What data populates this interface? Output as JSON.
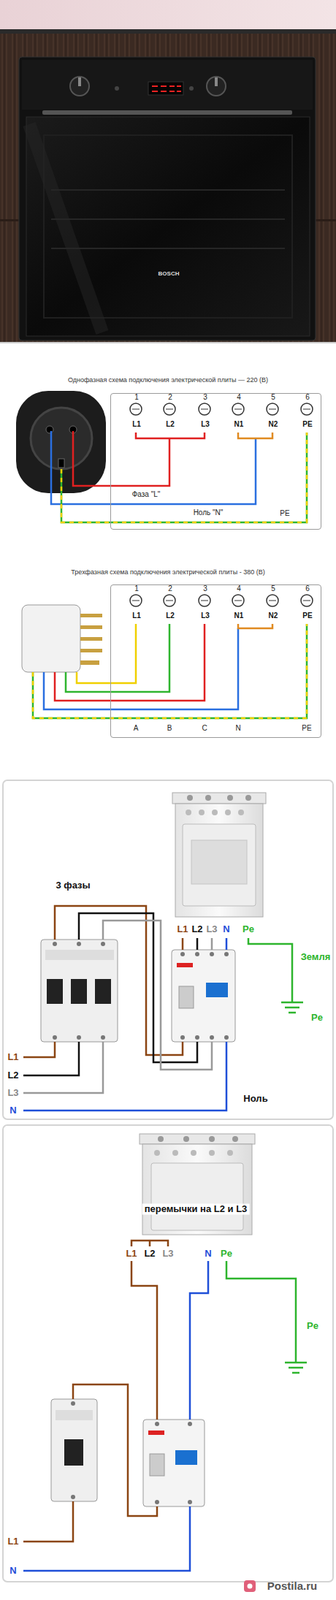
{
  "diagram": {
    "nodes": [
      {
        "text": [
          "1",
          "2",
          "3",
          "4",
          "5",
          "6",
          "L1",
          "L2",
          "L3",
          "N1",
          "N2",
          "PE"
        ]
      },
      {
        "text": [
          "1",
          "2",
          "3",
          "4",
          "5",
          "6",
          "L1",
          "L2",
          "L3",
          "N1",
          "N2",
          "PE"
        ]
      },
      {
        "text": [
          "L1",
          "L2",
          "L3",
          "N",
          "Pe"
        ]
      },
      {
        "text": [
          "L1",
          "L2",
          "L3",
          "N",
          "Pe"
        ]
      }
    ],
    "labels": [
      "BOSCH",
      "Однофазная схема подключения электрической плиты — 220 (В)",
      "Фаза \"L\"",
      "Ноль \"N\"",
      "PE",
      "Трехфазная схема подключения электрической плиты - 380 (В)",
      "A",
      "B",
      "C",
      "N",
      "PE",
      "3 фазы",
      "Земля",
      "Pe",
      "L1",
      "L2",
      "L3",
      "N",
      "Ноль",
      "перемычки на L2 и L3",
      "Pe",
      "L1",
      "N",
      "Postila.ru"
    ]
  }
}
